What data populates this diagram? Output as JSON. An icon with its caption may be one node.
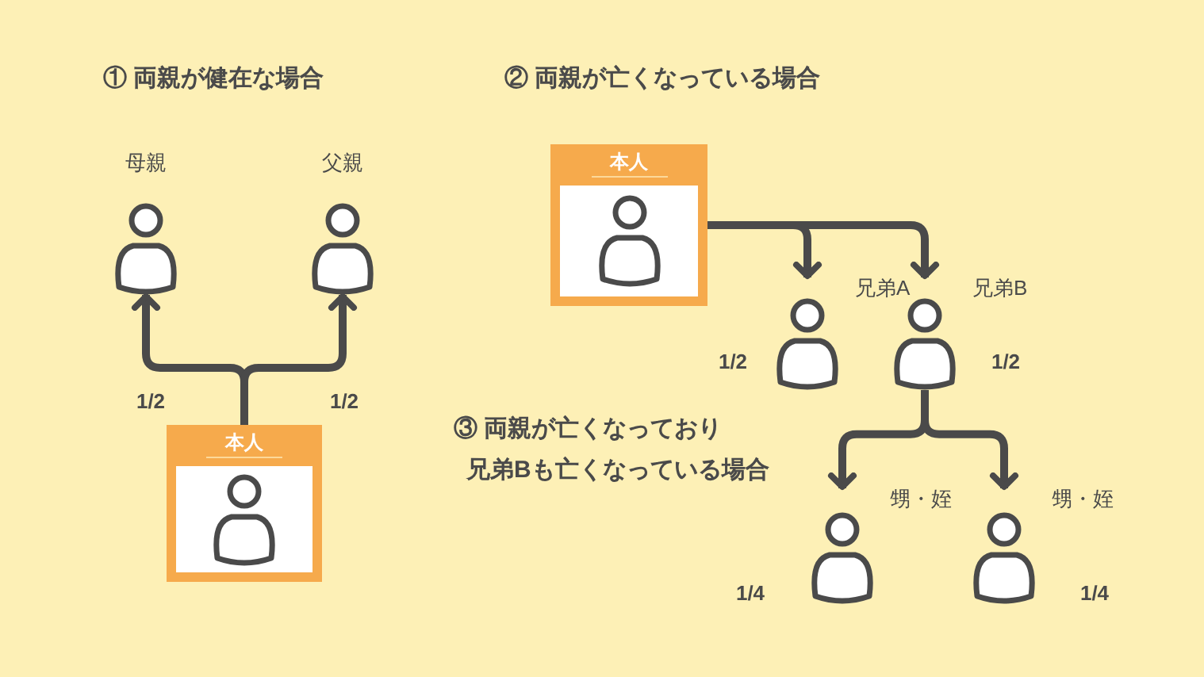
{
  "diagram": {
    "nodes": [
      {
        "text": [
          "本人"
        ]
      },
      {
        "text": [
          "母親"
        ]
      },
      {
        "text": [
          "父親"
        ]
      },
      {
        "text": [
          "本人"
        ]
      },
      {
        "text": [
          "兄弟A"
        ],
        "beside": [
          "1/2"
        ]
      },
      {
        "text": [
          "兄弟B"
        ],
        "beside": [
          "1/2"
        ]
      },
      {
        "text": [
          "甥・姪"
        ],
        "beside": [
          "1/4"
        ]
      },
      {
        "text": [
          "甥・姪"
        ],
        "beside": [
          "1/4"
        ]
      }
    ],
    "edges": [
      {
        "from": 0,
        "to": 1,
        "arrow": "to"
      },
      {
        "from": 0,
        "to": 2,
        "arrow": "to"
      },
      {
        "from": 3,
        "to": 4,
        "arrow": "to"
      },
      {
        "from": 3,
        "to": 5,
        "arrow": "to"
      },
      {
        "from": 5,
        "to": 6,
        "arrow": "to"
      },
      {
        "from": 5,
        "to": 7,
        "arrow": "to"
      }
    ],
    "labels": [
      "① 両親が健在な場合",
      "② 両親が亡くなっている場合",
      "1/2",
      "1/2",
      "③ 両親が亡くなっており",
      "兄弟Bも亡くなっている場合"
    ]
  }
}
